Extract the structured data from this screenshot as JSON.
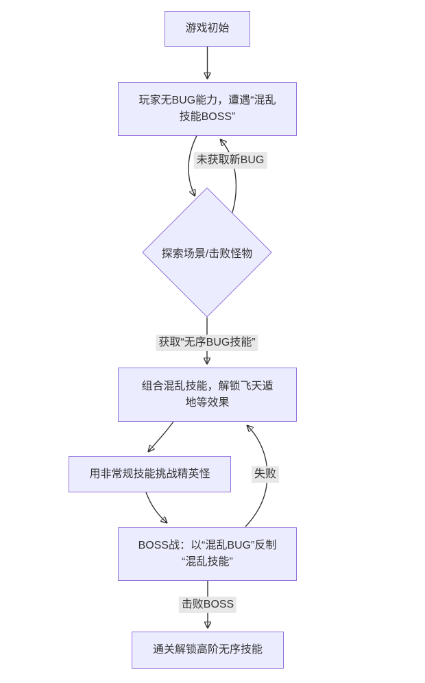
{
  "diagram": {
    "type": "flowchart",
    "direction": "top-down"
  },
  "theme": {
    "background": "#ffffff",
    "node_fill": "#ECECFF",
    "node_border": "#9370DB",
    "text_color": "#333333",
    "edge_color": "#333333",
    "edge_label_bg": "#e8e8e8"
  },
  "nodes": {
    "start": {
      "label": "游戏初始",
      "shape": "rect"
    },
    "player": {
      "label": "玩家无BUG能力，遭遇“混乱\n技能BOSS”",
      "shape": "rect"
    },
    "explore": {
      "label": "探索场景/击败怪物",
      "shape": "diamond"
    },
    "combine": {
      "label": "组合混乱技能，解锁飞天遁\n地等效果",
      "shape": "rect"
    },
    "elite": {
      "label": "用非常规技能挑战精英怪",
      "shape": "rect"
    },
    "boss": {
      "label": "BOSS战：以“混乱BUG”反制\n“混乱技能”",
      "shape": "rect"
    },
    "clear": {
      "label": "通关解锁高阶无序技能",
      "shape": "rect"
    }
  },
  "edges": [
    {
      "from": "start",
      "to": "player",
      "label": ""
    },
    {
      "from": "player",
      "to": "explore",
      "label": ""
    },
    {
      "from": "explore",
      "to": "player",
      "label": "未获取新BUG"
    },
    {
      "from": "explore",
      "to": "combine",
      "label": "获取“无序BUG技能”"
    },
    {
      "from": "combine",
      "to": "elite",
      "label": ""
    },
    {
      "from": "elite",
      "to": "boss",
      "label": ""
    },
    {
      "from": "boss",
      "to": "combine",
      "label": "失败"
    },
    {
      "from": "boss",
      "to": "clear",
      "label": "击败BOSS"
    }
  ],
  "edge_labels": {
    "no_new_bug": "未获取新BUG",
    "gain_skill": "获取“无序BUG技能”",
    "fail": "失败",
    "defeat_boss": "击败BOSS"
  }
}
